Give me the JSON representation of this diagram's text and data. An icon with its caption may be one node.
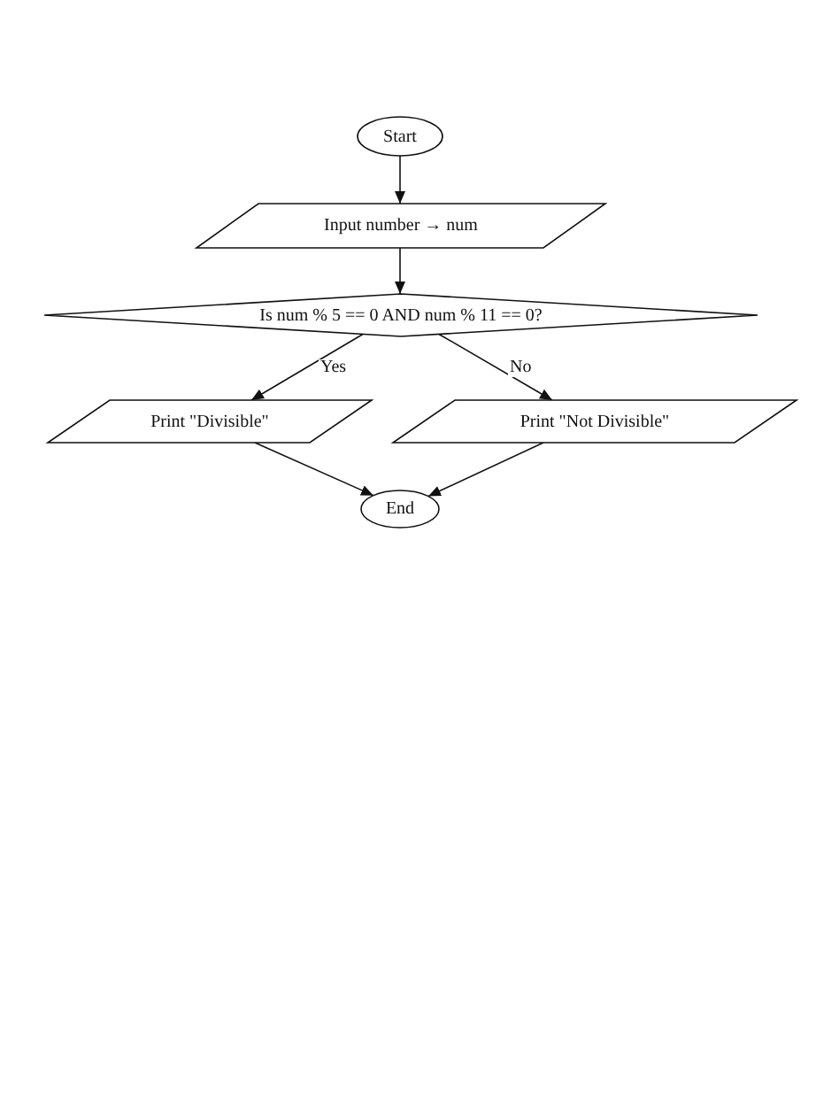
{
  "diagram": {
    "nodes": [
      {
        "text": [
          "Start"
        ]
      },
      {
        "text": [
          "Input number → num"
        ]
      },
      {
        "text": [
          "Is num % 5 == 0 AND num % 11 == 0?"
        ]
      },
      {
        "text": [
          "Print \"Divisible\""
        ]
      },
      {
        "text": [
          "Print \"Not Divisible\""
        ]
      },
      {
        "text": [
          "End"
        ]
      }
    ],
    "edges": [
      {
        "from": 0,
        "to": 1,
        "arrow": "to"
      },
      {
        "from": 1,
        "to": 2,
        "arrow": "to"
      },
      {
        "from": 2,
        "to": 3,
        "arrow": "to",
        "label": "Yes"
      },
      {
        "from": 2,
        "to": 4,
        "arrow": "to",
        "label": "No"
      },
      {
        "from": 3,
        "to": 5,
        "arrow": "to"
      },
      {
        "from": 4,
        "to": 5,
        "arrow": "to"
      }
    ]
  }
}
